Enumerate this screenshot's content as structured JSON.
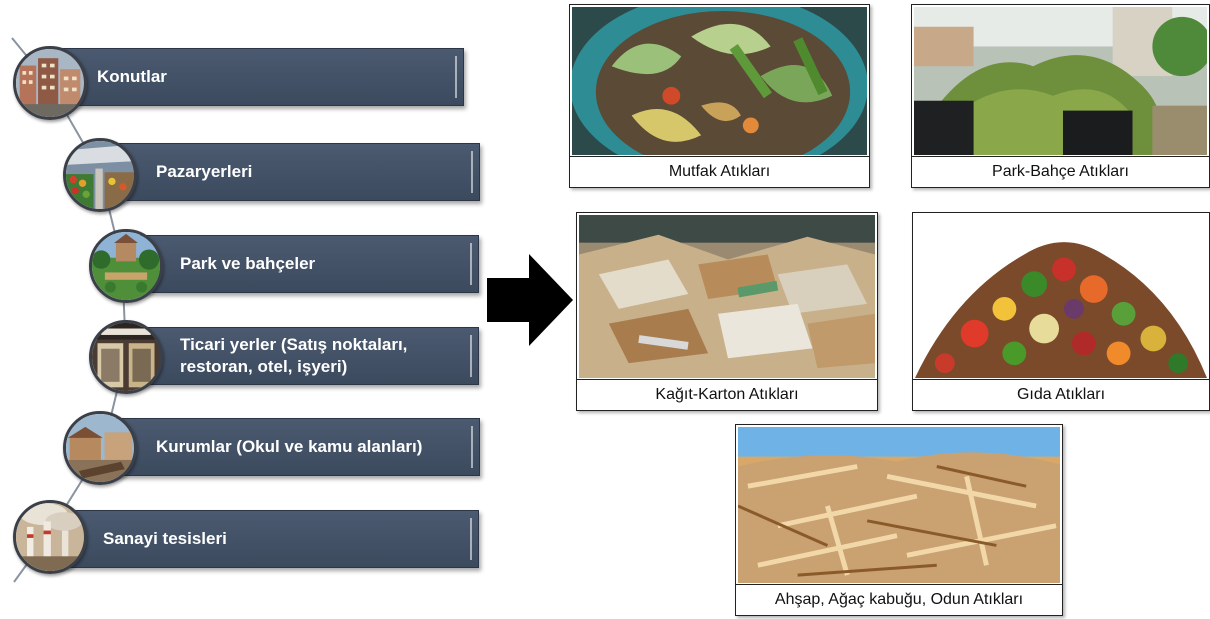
{
  "sources": {
    "items": [
      {
        "label": "Konutlar",
        "icon": "residential-buildings-icon"
      },
      {
        "label": "Pazaryerleri",
        "icon": "marketplace-icon"
      },
      {
        "label": "Park ve bahçeler",
        "icon": "park-garden-icon"
      },
      {
        "label": "Ticari yerler (Satış noktaları, restoran, otel, işyeri)",
        "icon": "shopfront-icon"
      },
      {
        "label": "Kurumlar (Okul ve kamu alanları)",
        "icon": "institution-building-icon"
      },
      {
        "label": "Sanayi tesisleri",
        "icon": "factory-chimneys-icon"
      }
    ],
    "bar_color": "#45536a"
  },
  "waste_types": {
    "items": [
      {
        "label": "Mutfak Atıkları",
        "icon": "kitchen-waste-photo"
      },
      {
        "label": "Park-Bahçe Atıkları",
        "icon": "garden-waste-photo"
      },
      {
        "label": "Kağıt-Karton Atıkları",
        "icon": "paper-cardboard-photo"
      },
      {
        "label": "Gıda Atıkları",
        "icon": "food-waste-photo"
      },
      {
        "label": "Ahşap, Ağaç kabuğu, Odun Atıkları",
        "icon": "wood-waste-photo"
      }
    ]
  },
  "arrow": {
    "icon": "right-arrow-icon",
    "color": "#000000"
  }
}
